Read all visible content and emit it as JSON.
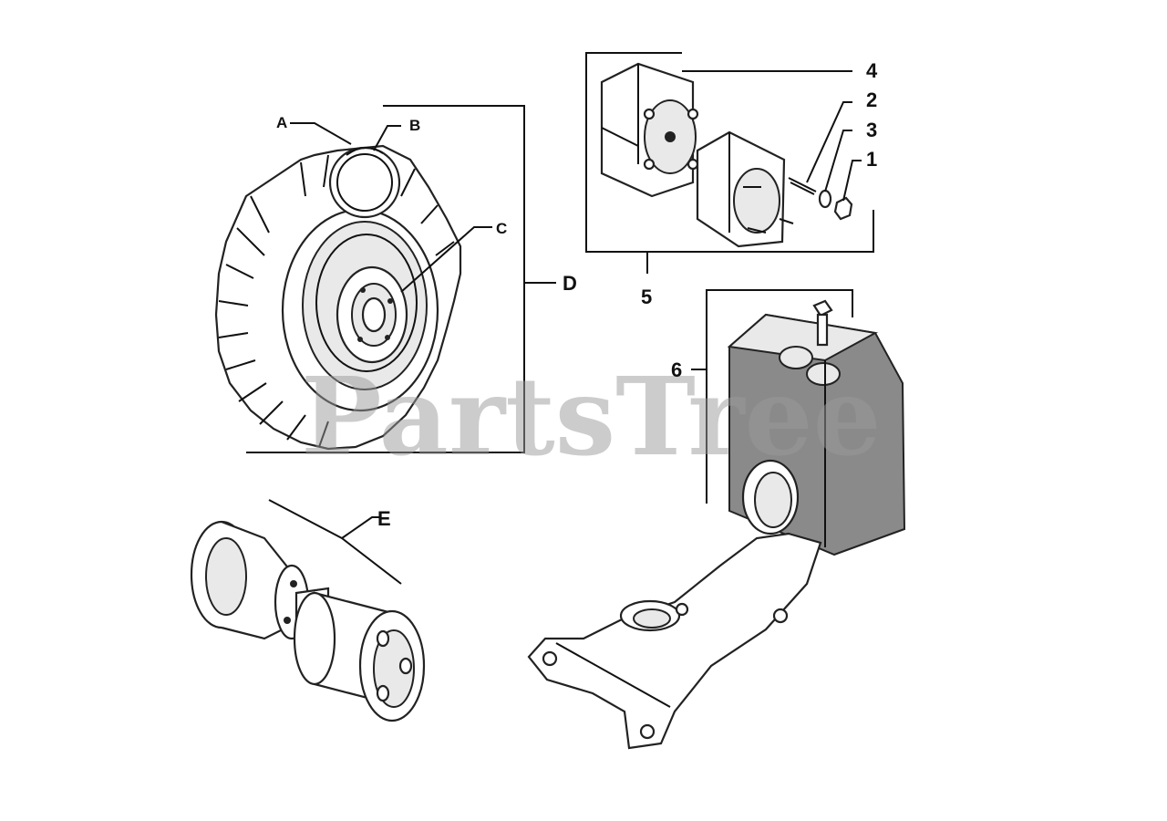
{
  "watermark": "PartsTree",
  "callouts": {
    "A": "A",
    "B": "B",
    "C": "C",
    "D": "D",
    "E": "E",
    "n1": "1",
    "n2": "2",
    "n3": "3",
    "n4": "4",
    "n5": "5",
    "n6": "6"
  },
  "parts": [
    {
      "id": "wheel-assembly",
      "callout": "D"
    },
    {
      "id": "rim-gasket",
      "callout": "A"
    },
    {
      "id": "rim-ring",
      "callout": "B"
    },
    {
      "id": "wheel-hub",
      "callout": "C"
    },
    {
      "id": "spacer-hub-assembly",
      "callout": "E"
    },
    {
      "id": "nut",
      "callout": "1"
    },
    {
      "id": "stud-bolt",
      "callout": "2"
    },
    {
      "id": "washer",
      "callout": "3"
    },
    {
      "id": "hub-block",
      "callout": "4"
    },
    {
      "id": "hub-extension-kit",
      "callout": "5"
    },
    {
      "id": "axle-support-bracket",
      "callout": "6"
    }
  ]
}
